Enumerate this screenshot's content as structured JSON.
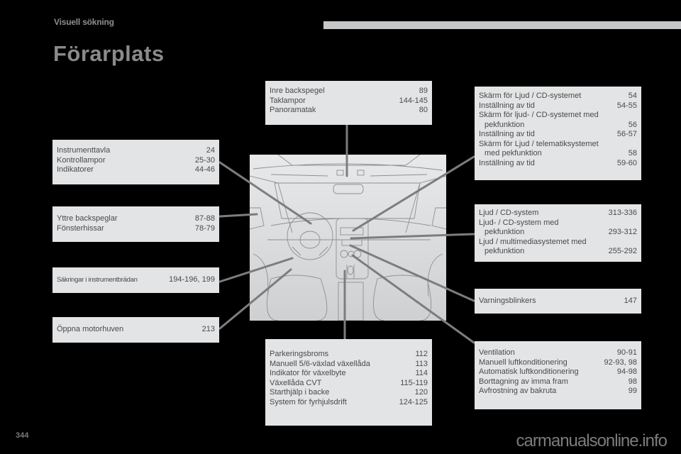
{
  "header": {
    "section": "Visuell sökning",
    "title": "Förarplats"
  },
  "boxes": {
    "mirror_roof": {
      "items": [
        {
          "label": "Inre backspegel",
          "page": "89"
        },
        {
          "label": "Taklampor",
          "page": "144-145"
        },
        {
          "label": "Panoramatak",
          "page": "80"
        }
      ]
    },
    "screens": {
      "items": [
        {
          "label": "Skärm för Ljud / CD-systemet",
          "page": "54"
        },
        {
          "label": "Inställning av tid",
          "page": "54-55"
        },
        {
          "label": "Skärm för ljud- / CD-systemet med",
          "page": ""
        },
        {
          "label": "pekfunktion",
          "page": "56",
          "continued": true
        },
        {
          "label": "Inställning av tid",
          "page": "56-57"
        },
        {
          "label": "Skärm för Ljud / telematiksystemet",
          "page": ""
        },
        {
          "label": "med pekfunktion",
          "page": "58",
          "continued": true
        },
        {
          "label": "Inställning av tid",
          "page": "59-60"
        }
      ]
    },
    "instruments": {
      "items": [
        {
          "label": "Instrumenttavla",
          "page": "24"
        },
        {
          "label": "Kontrollampor",
          "page": "25-30"
        },
        {
          "label": "Indikatorer",
          "page": "44-46"
        }
      ]
    },
    "mirrors_windows": {
      "items": [
        {
          "label": "Yttre backspeglar",
          "page": "87-88"
        },
        {
          "label": "Fönsterhissar",
          "page": "78-79"
        }
      ]
    },
    "fuses": {
      "items": [
        {
          "label": "Säkringar i instrumentbrädan",
          "page": "194-196, 199"
        }
      ]
    },
    "bonnet": {
      "items": [
        {
          "label": "Öppna motorhuven",
          "page": "213"
        }
      ]
    },
    "audio": {
      "items": [
        {
          "label": "Ljud / CD-system",
          "page": "313-336"
        },
        {
          "label": "Ljud- / CD-system med",
          "page": ""
        },
        {
          "label": "pekfunktion",
          "page": "293-312",
          "continued": true
        },
        {
          "label": "Ljud / multimediasystemet med",
          "page": ""
        },
        {
          "label": "pekfunktion",
          "page": "255-292",
          "continued": true
        }
      ]
    },
    "hazard": {
      "items": [
        {
          "label": "Varningsblinkers",
          "page": "147"
        }
      ]
    },
    "transmission": {
      "items": [
        {
          "label": "Parkeringsbroms",
          "page": "112"
        },
        {
          "label": "Manuell 5/6-växlad växellåda",
          "page": "113"
        },
        {
          "label": "Indikator för växelbyte",
          "page": "114"
        },
        {
          "label": "Växellåda CVT",
          "page": "115-119"
        },
        {
          "label": "Starthjälp i backe",
          "page": "120"
        },
        {
          "label": "System för fyrhjulsdrift",
          "page": "124-125"
        }
      ]
    },
    "climate": {
      "items": [
        {
          "label": "Ventilation",
          "page": "90-91"
        },
        {
          "label": "Manuell luftkonditionering",
          "page": "92-93, 98"
        },
        {
          "label": "Automatisk luftkonditionering",
          "page": "94-98"
        },
        {
          "label": "Borttagning av imma fram",
          "page": "98"
        },
        {
          "label": "Avfrostning av bakruta",
          "page": "99"
        }
      ]
    }
  },
  "diagram": {
    "alt": "Car interior illustration – driver's seat view"
  },
  "footer": {
    "page_number": "344",
    "watermark": "carmanualsonline.info"
  },
  "colors": {
    "background": "#000000",
    "box": "#e3e4e5",
    "text": "#4a4a4a",
    "leader": "#7d7d7d",
    "title": "#8a8a8a"
  }
}
